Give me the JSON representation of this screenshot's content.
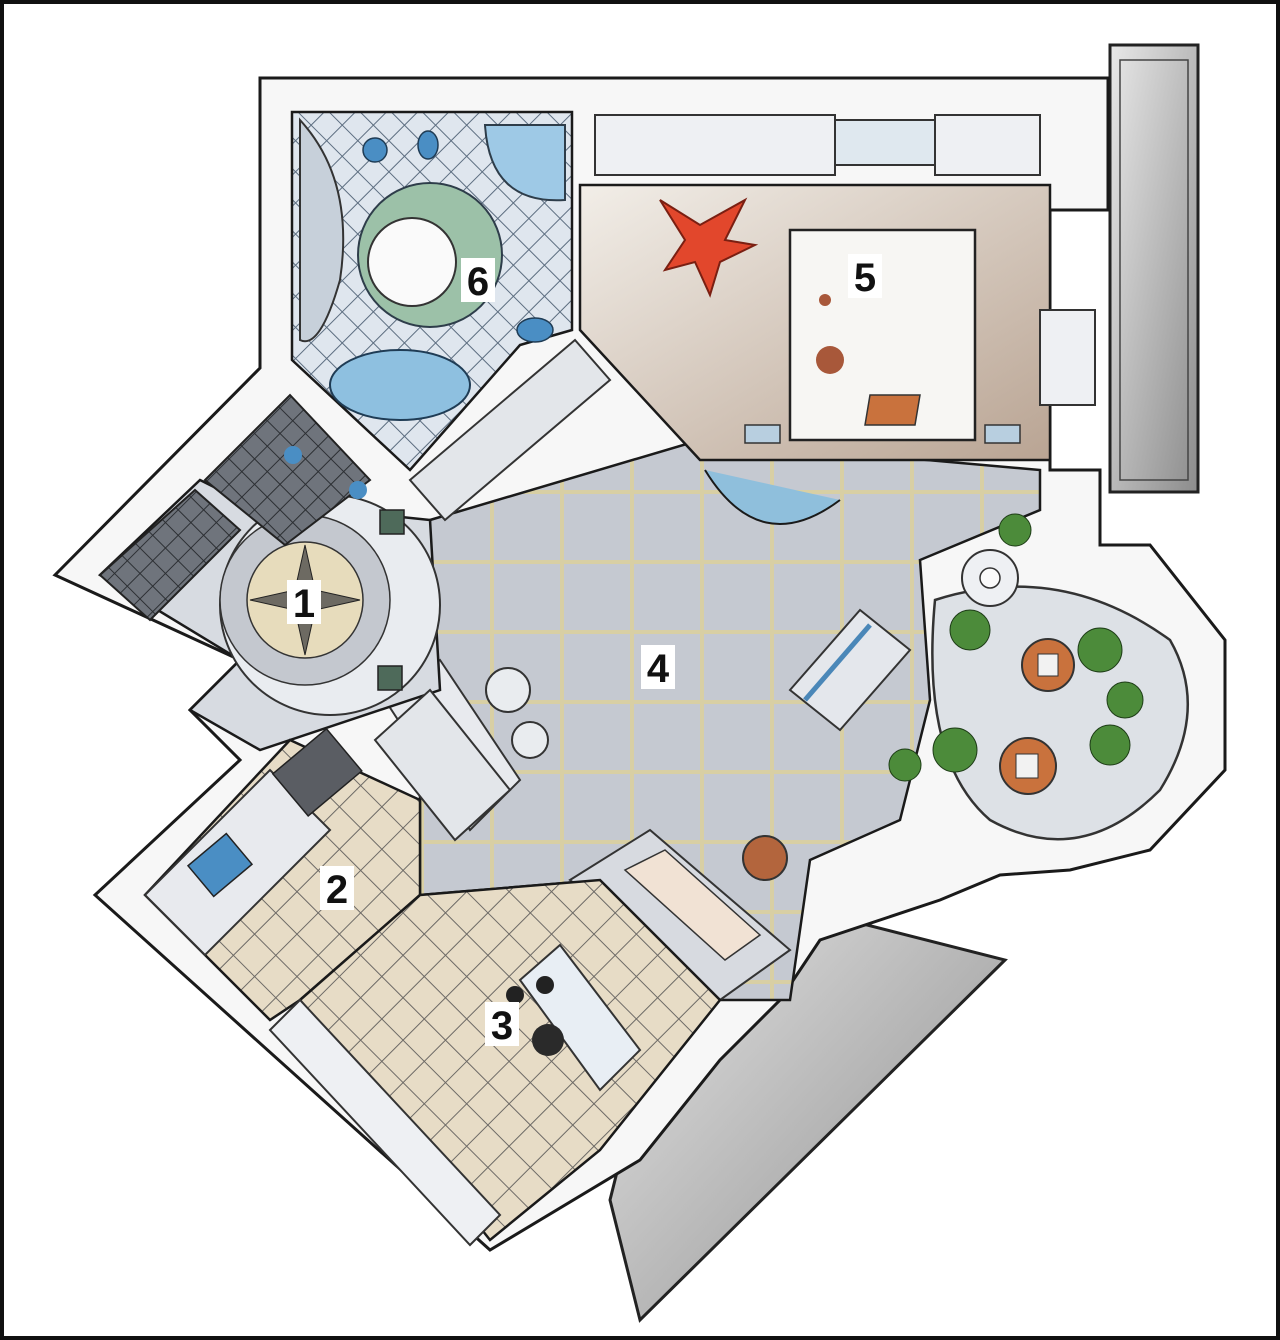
{
  "plan": {
    "rooms": [
      {
        "id": "1",
        "label": "1"
      },
      {
        "id": "2",
        "label": "2"
      },
      {
        "id": "3",
        "label": "3"
      },
      {
        "id": "4",
        "label": "4"
      },
      {
        "id": "5",
        "label": "5"
      },
      {
        "id": "6",
        "label": "6"
      }
    ],
    "colors": {
      "wall": "#f4f4f4",
      "wall_stroke": "#1a1a1a",
      "floor_grey": "#c9ccd3",
      "floor_tile_line": "#d9cfa6",
      "bath_blue": "#7fb4d6",
      "kitchen_floor": "#e8d9bf",
      "accent_red": "#e2472c",
      "furniture_orange": "#c9723d",
      "plant_green": "#4c8b3a",
      "balcony_shade": "#9a9a9a"
    }
  }
}
